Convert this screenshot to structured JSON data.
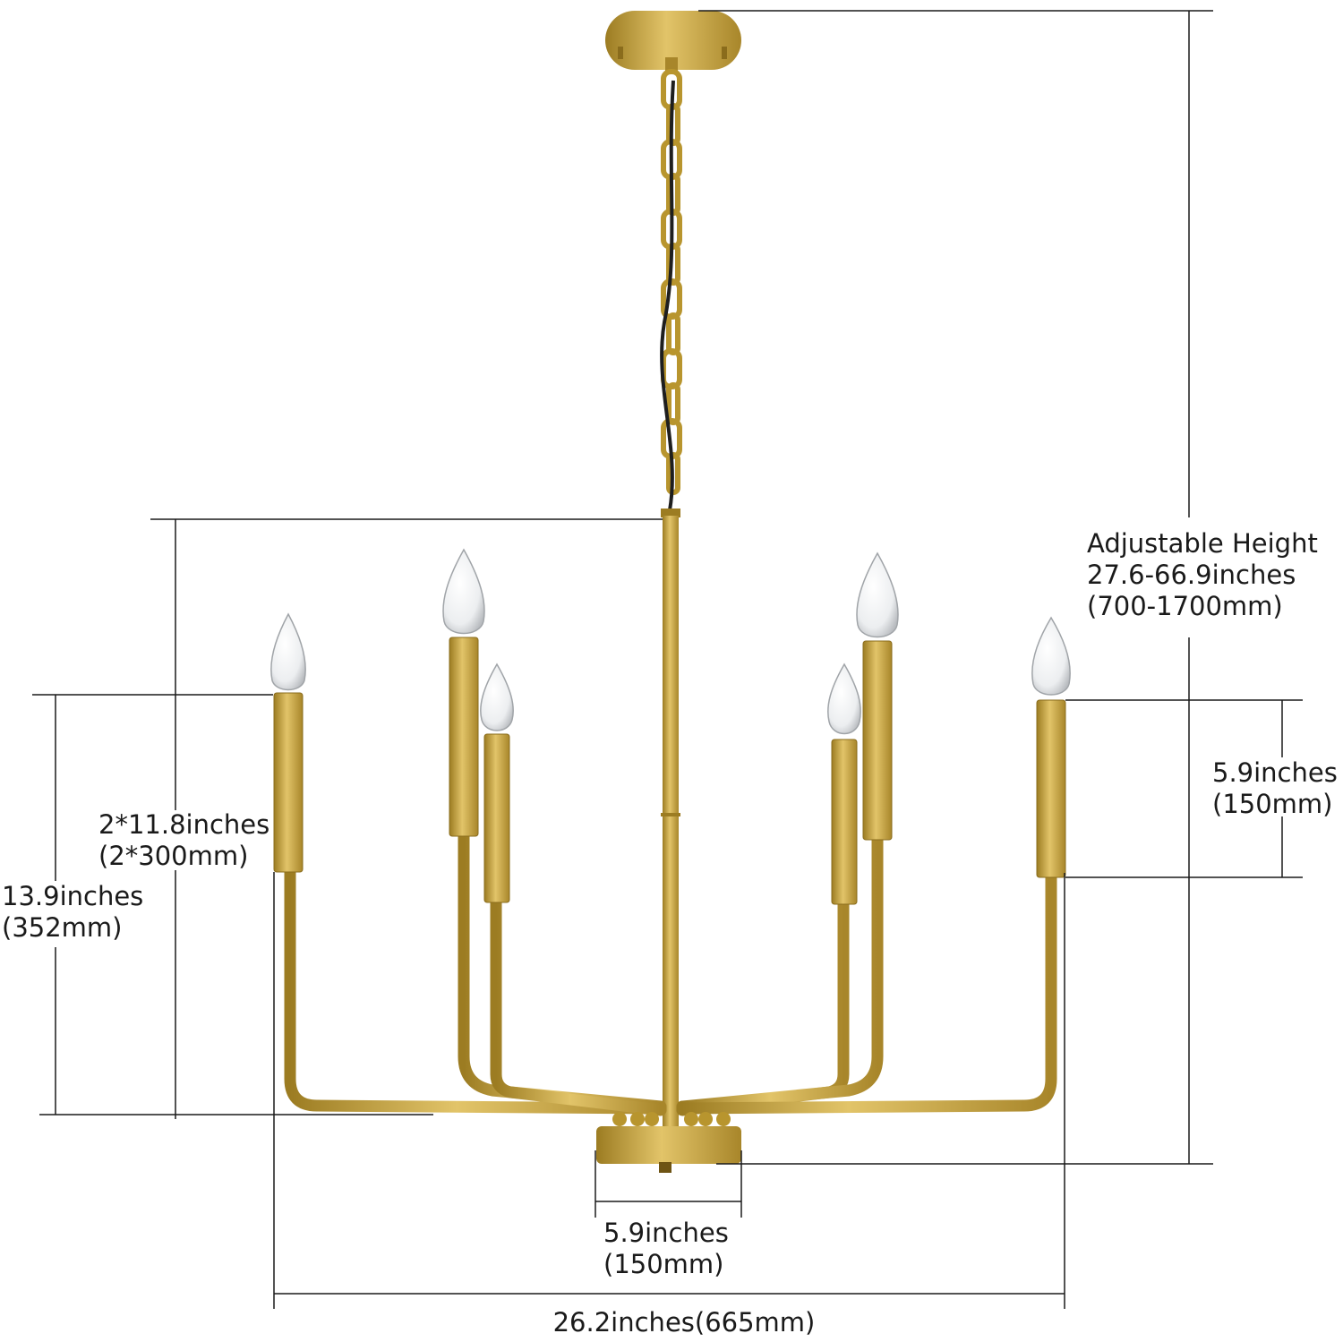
{
  "colors": {
    "gold": "#c9a43a",
    "gold_dark": "#9c7c22",
    "gold_light": "#e2c469",
    "cable": "#1e1e1e",
    "line": "#1a1a1a",
    "bulb": "#eef0f2"
  },
  "dimensions": {
    "adjustable_height": {
      "title": "Adjustable Height",
      "inches": "27.6-66.9inches",
      "mm": "(700-1700mm)"
    },
    "arm_height": {
      "inches": "2*11.8inches",
      "mm": "(2*300mm)"
    },
    "body_height": {
      "inches": "13.9inches",
      "mm": "(352mm)"
    },
    "candle_height": {
      "inches": "5.9inches",
      "mm": "(150mm)"
    },
    "base_width": {
      "inches": "5.9inches",
      "mm": "(150mm)"
    },
    "total_width": {
      "label": "26.2inches(665mm)"
    }
  }
}
